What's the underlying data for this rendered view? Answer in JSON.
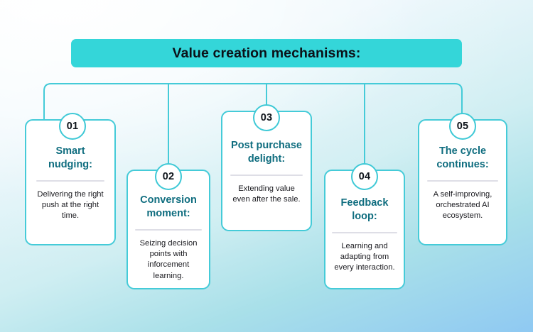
{
  "title": {
    "text": "Value creation mechanisms:",
    "background_color": "#34d6d9",
    "text_color": "#0b1118"
  },
  "theme": {
    "accent_color": "#3fc9d6",
    "card_border_color": "#45cbd8",
    "heading_color": "#0f6d7f",
    "body_text_color": "#1a1a1f",
    "divider_color": "#dedee6",
    "card_background": "#ffffff",
    "background_top": "#f6fdfd",
    "background_bottom_left": "#a9e0e9",
    "background_bottom_right": "#8fc9f2"
  },
  "steps": [
    {
      "number": "01",
      "title": "Smart nudging:",
      "body": "Delivering the right push at the right time."
    },
    {
      "number": "02",
      "title": "Conversion moment:",
      "body": "Seizing decision points with inforcement learning."
    },
    {
      "number": "03",
      "title": "Post purchase delight:",
      "body": "Extending value even after the sale."
    },
    {
      "number": "04",
      "title": "Feedback loop:",
      "body": "Learning and adapting from every interaction."
    },
    {
      "number": "05",
      "title": "The cycle continues:",
      "body": "A self-improving, orchestrated AI ecosystem."
    }
  ]
}
